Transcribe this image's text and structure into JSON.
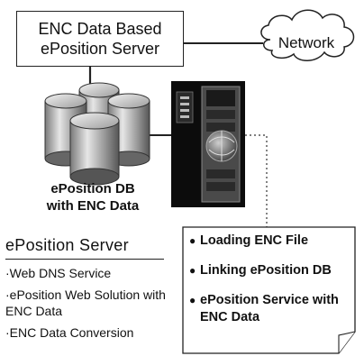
{
  "server_box": {
    "line1": "ENC Data Based",
    "line2": "ePosition Server"
  },
  "cloud": {
    "label": "Network"
  },
  "database": {
    "line1": "ePosition DB",
    "line2": "with ENC Data"
  },
  "legend": {
    "title": "ePosition Server",
    "items": [
      "·Web DNS Service",
      "·ePosition Web Solution with ENC Data",
      "·ENC Data Conversion"
    ]
  },
  "note": {
    "bullet": "●",
    "items": [
      "Loading ENC File",
      "Linking ePosition DB",
      "ePosition Service with ENC Data"
    ]
  }
}
